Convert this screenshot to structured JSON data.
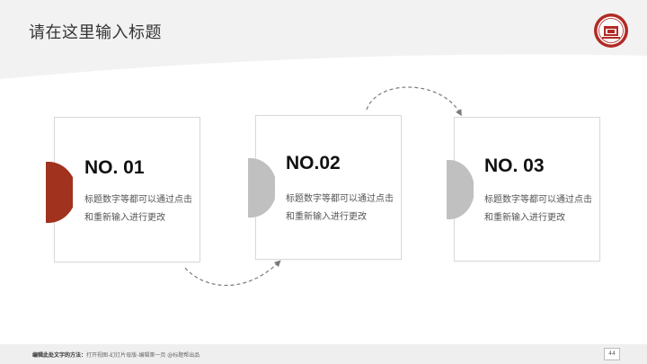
{
  "slide": {
    "title": "请在这里输入标题",
    "colors": {
      "accent": "#a0321e",
      "muted": "#c0c0c0",
      "footer": "#efefef"
    },
    "logo_icon": "university-seal-icon"
  },
  "cards": [
    {
      "number": "NO. 01",
      "description": "标题数字等都可以通过点击和重新输入进行更改",
      "marker": "accent"
    },
    {
      "number": "NO.02",
      "description": "标题数字等都可以通过点击和重新输入进行更改",
      "marker": "muted"
    },
    {
      "number": "NO. 03",
      "description": "标题数字等都可以通过点击和重新输入进行更改",
      "marker": "muted"
    }
  ],
  "footer": {
    "hint_label": "编辑此处文字的方法：",
    "hint_text": "打开视图-幻灯片母版-编辑第一页 @标题帮出品",
    "page_number": "44"
  }
}
